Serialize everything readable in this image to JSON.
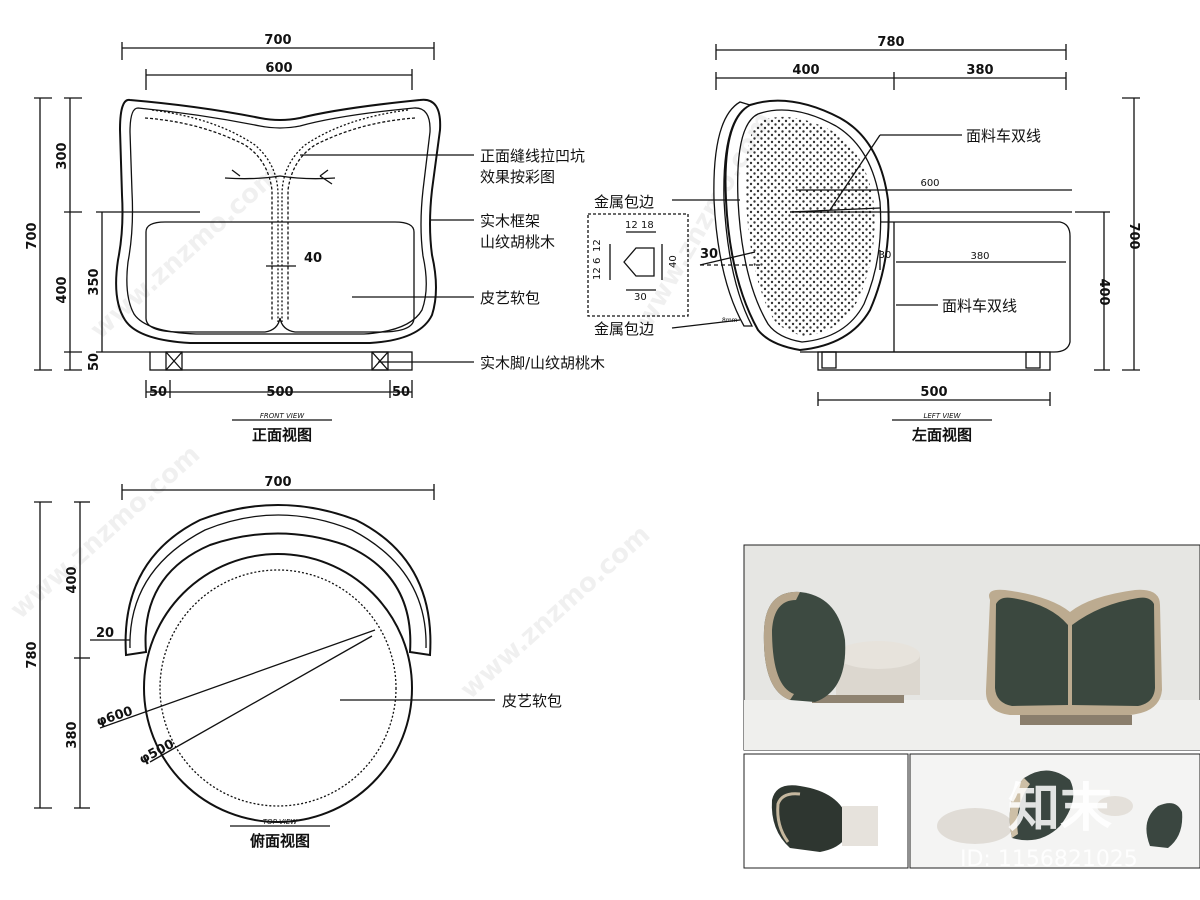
{
  "front_view": {
    "dims": {
      "overall_width": "700",
      "inner_width": "600",
      "overall_height": "700",
      "back_height": "300",
      "seat_height": "400",
      "cushion_height": "350",
      "leg_height": "50",
      "leg_left": "50",
      "leg_span": "500",
      "leg_right": "50",
      "seam_width": "40"
    },
    "labels": {
      "seam_line1": "正面缝线拉凹坑",
      "seam_line2": "效果按彩图",
      "frame_line1": "实木框架",
      "frame_line2": "山纹胡桃木",
      "leather": "皮艺软包",
      "legs": "实木脚/山纹胡桃木"
    },
    "caption_en": "FRONT VIEW",
    "caption_cn": "正面视图"
  },
  "left_view": {
    "dims": {
      "overall_depth": "780",
      "back_depth": "400",
      "seat_depth": "380",
      "seat_line": "600",
      "overall_height": "700",
      "seat_height": "400",
      "cushion_depth": "380",
      "angle": "30",
      "gap": "30",
      "leg_span": "500"
    },
    "labels": {
      "fabric_top": "面料车双线",
      "fabric_bottom": "面料车双线",
      "metal_top": "金属包边",
      "metal_bottom": "金属包边"
    },
    "detail": {
      "d_12": "12",
      "d_18": "18",
      "d_12b": "12",
      "d_6": "6",
      "d_12c": "12",
      "d_40": "40",
      "d_30": "30",
      "tag": "8mm"
    },
    "caption_en": "LEFT VIEW",
    "caption_cn": "左面视图"
  },
  "top_view": {
    "dims": {
      "overall_width": "700",
      "overall_depth": "780",
      "back_depth": "400",
      "seat_depth": "380",
      "rim": "20",
      "dia_600": "φ600",
      "dia_500": "φ500"
    },
    "labels": {
      "leather": "皮艺软包"
    },
    "caption_en": "TOP VIEW",
    "caption_cn": "俯面视图"
  },
  "watermark": {
    "text": "www.znzmo.com",
    "brand": "知末",
    "id_label": "ID: 1156821025"
  },
  "colors": {
    "line": "#111111",
    "photo_bg": "#e4e4e1",
    "leather_green": "#3c4a40",
    "frame_tan": "#bba98f",
    "cushion": "#d8d3cc"
  }
}
